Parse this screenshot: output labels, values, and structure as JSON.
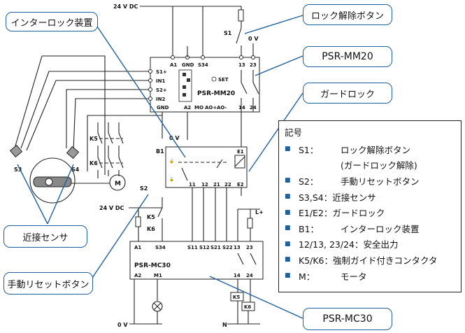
{
  "callouts": {
    "interlock": "インターロック装置",
    "unlock": "ロック解除ボタン",
    "mm20": "PSR-MM20",
    "guardlock": "ガードロック",
    "proximity": "近接センサ",
    "manual_reset": "手動リセットボタン",
    "mc30": "PSR-MC30"
  },
  "legend": {
    "title": "記号",
    "rows": [
      {
        "key": "S1：",
        "val": "ロック解除ボタン"
      },
      {
        "key": "",
        "val": "(ガードロック解除)"
      },
      {
        "key": "S2：",
        "val": "手動リセットボタン"
      },
      {
        "key": "S3,S4：",
        "val": "近接センサ"
      },
      {
        "key": "E1/E2：",
        "val": "ガードロック"
      },
      {
        "key": "B1：",
        "val": "インターロック装置"
      },
      {
        "key": "12/13, 23/24：",
        "val": "安全出力"
      },
      {
        "key": "K5/K6：",
        "val": "強制ガイド付きコンタクタ"
      },
      {
        "key": "M：",
        "val": "モータ"
      }
    ]
  },
  "labels": {
    "v24_top": "24 V DC",
    "v0_top": "0 V",
    "s1": "S1",
    "mm20_name": "PSR-MM20",
    "a1": "A1",
    "gnd": "GND",
    "s34": "S34",
    "s1p": "S1+",
    "in1": "IN1",
    "s2p": "S2+",
    "in2": "IN2",
    "set": "SET",
    "t13": "13",
    "t23": "23",
    "t14": "14",
    "t24": "24",
    "gnd2": "GND",
    "a2": "A2",
    "mo": "MO",
    "ao_p": "AO+",
    "ao_m": "AO-",
    "v0_mid": "0 V",
    "k5": "K5",
    "k6": "K6",
    "s3": "S3",
    "s4": "S4",
    "m": "M",
    "b1": "B1",
    "e1": "E1",
    "e2": "E2",
    "b1_11": "11",
    "b1_12": "12",
    "b1_21": "21",
    "b1_22": "22",
    "s2": "S2",
    "v24_mid": "24 V DC",
    "k5b": "K5",
    "k6b": "K6",
    "mc30_name": "PSR-MC30",
    "mc_a1": "A1",
    "mc_s34": "S34",
    "mc_s11": "S11",
    "mc_s12": "S12",
    "mc_s21": "S21",
    "mc_s22": "S22",
    "mc_13": "13",
    "mc_23": "23",
    "mc_a2": "A2",
    "mc_m1": "M1",
    "mc_14": "14",
    "mc_24": "24",
    "lplus": "L+",
    "k5c": "K5",
    "k6c": "K6",
    "v0_bot": "0 V",
    "n_bot": "N"
  }
}
